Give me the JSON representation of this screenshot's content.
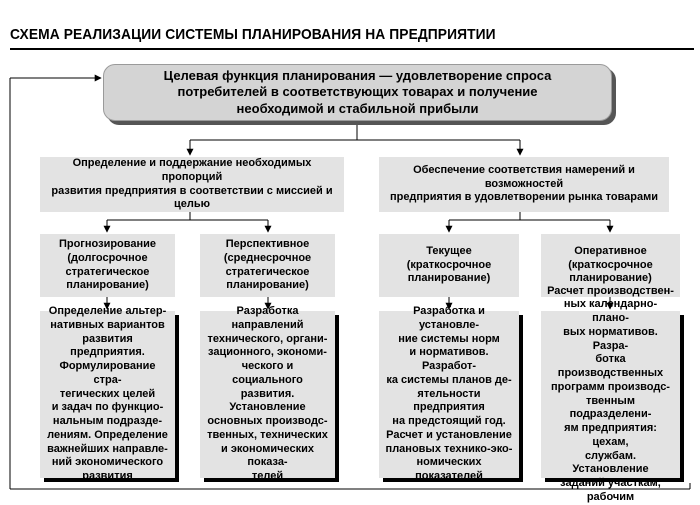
{
  "title": "СХЕМА РЕАЛИЗАЦИИ СИСТЕМЫ ПЛАНИРОВАНИЯ НА ПРЕДПРИЯТИИ",
  "top_box": "Целевая функция планирования — удовлетворение спроса\nпотребителей в соответствующих товарах и получение\nнеобходимой и стабильной прибыли",
  "level1": {
    "left": "Определение и поддержание необходимых пропорций\nразвития предприятия в соответствии с миссией и целью",
    "right": "Обеспечение соответствия намерений и возможностей\nпредприятия в удовлетворении рынка товарами"
  },
  "level2": [
    "Прогнозирование\n(долгосрочное\nстратегическое\nпланирование)",
    "Перспективное\n(среднесрочное\nстратегическое\nпланирование)",
    "Текущее\n(краткосрочное\nпланирование)",
    "Оперативное\n(краткосрочное\nпланирование)"
  ],
  "level3": [
    "Определение альтер-\nнативных вариантов\nразвития предприятия.\nФормулирование стра-\nтегических целей\nи задач по функцио-\nнальным подразде-\nлениям. Определение\nважнейших направле-\nний экономического\nразвития",
    "Разработка направлений\nтехнического, органи-\nзационного, экономи-\nческого и социального\nразвития. Установление\nосновных производс-\nтвенных, технических\nи экономических показа-\nтелей",
    "Разработка и установле-\nние системы норм\nи нормативов. Разработ-\nка системы планов де-\nятельности предприятия\nна предстоящий год.\nРасчет и установление\nплановых технико-эко-\nномических показателей",
    "Расчет производствен-\nных календарно-плано-\nвых нормативов. Разра-\nботка производственных\nпрограмм производс-\nтвенным подразделени-\nям предприятия: цехам,\nслужбам. Установление\nзаданий участкам,\nрабочим"
  ]
}
